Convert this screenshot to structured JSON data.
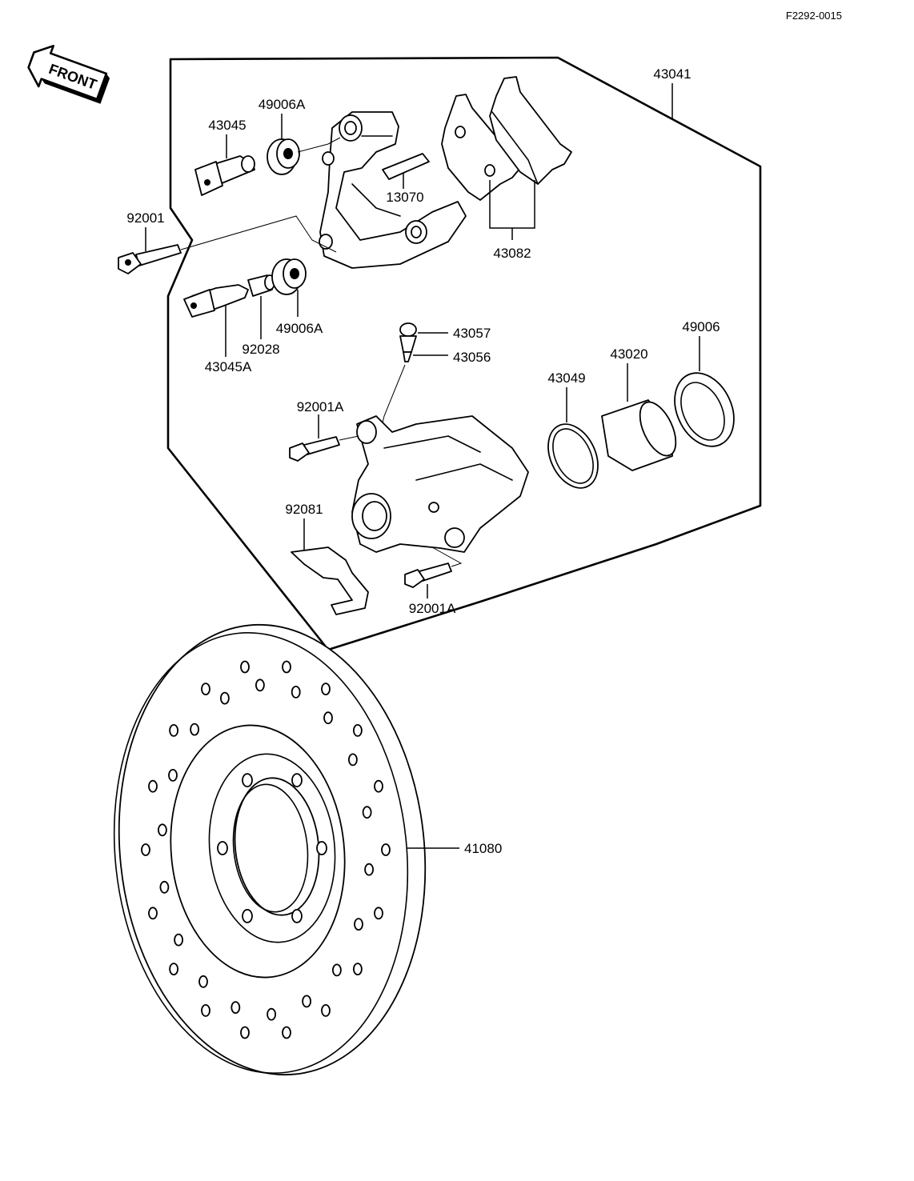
{
  "diagram": {
    "reference_code": "F2292-0015",
    "front_arrow_label": "FRONT",
    "part_labels": {
      "p43041": "43041",
      "p43045": "43045",
      "p49006A_top": "49006A",
      "p13070": "13070",
      "p43082": "43082",
      "p92001": "92001",
      "p49006A_bottom": "49006A",
      "p92028": "92028",
      "p43045A": "43045A",
      "p43057": "43057",
      "p43056": "43056",
      "p43020": "43020",
      "p49006": "49006",
      "p43049": "43049",
      "p92001A_top": "92001A",
      "p92081": "92081",
      "p92001A_bottom": "92001A",
      "p41080": "41080"
    }
  }
}
